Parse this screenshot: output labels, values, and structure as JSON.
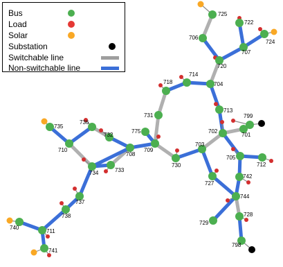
{
  "legend": {
    "items": [
      {
        "label": "Bus",
        "color": "#4caf50",
        "kind": "dot"
      },
      {
        "label": "Load",
        "color": "#e53935",
        "kind": "dot"
      },
      {
        "label": "Solar",
        "color": "#f9a825",
        "kind": "dot"
      },
      {
        "label": "Substation",
        "color": "#000000",
        "kind": "dot"
      },
      {
        "label": "Switchable line",
        "color": "#9e9e9e",
        "kind": "line"
      },
      {
        "label": "Non-switchable line",
        "color": "#3b6fd8",
        "kind": "line"
      }
    ]
  },
  "colors": {
    "bus": "#4caf50",
    "load": "#d32f2f",
    "solar": "#f9a825",
    "substation": "#000000",
    "switchable": "#b0b0b0",
    "nonswitchable": "#3b6fd8"
  },
  "network": {
    "buses": [
      "725",
      "722",
      "706",
      "707",
      "724",
      "720",
      "718",
      "714",
      "704",
      "731",
      "775",
      "713",
      "799",
      "736",
      "732",
      "735",
      "702",
      "701",
      "710",
      "708",
      "709",
      "703",
      "730",
      "705",
      "712",
      "734",
      "733",
      "742",
      "727",
      "744",
      "737",
      "738",
      "728",
      "729",
      "740",
      "711",
      "741",
      "798"
    ],
    "switchable_lines": [
      [
        "725",
        "706"
      ],
      [
        "720",
        "704"
      ],
      [
        "731",
        "718"
      ],
      [
        "731",
        "709"
      ],
      [
        "709",
        "730"
      ],
      [
        "736",
        "732"
      ],
      [
        "710",
        "734"
      ],
      [
        "733",
        "708"
      ],
      [
        "703",
        "702"
      ],
      [
        "702",
        "701"
      ],
      [
        "744",
        "728"
      ]
    ],
    "nonswitchable_lines": [
      [
        "706",
        "720"
      ],
      [
        "722",
        "707"
      ],
      [
        "707",
        "724"
      ],
      [
        "707",
        "720"
      ],
      [
        "718",
        "714"
      ],
      [
        "714",
        "704"
      ],
      [
        "704",
        "713"
      ],
      [
        "713",
        "702"
      ],
      [
        "701",
        "799"
      ],
      [
        "702",
        "705"
      ],
      [
        "705",
        "712"
      ],
      [
        "705",
        "742"
      ],
      [
        "742",
        "744"
      ],
      [
        "703",
        "727"
      ],
      [
        "727",
        "744"
      ],
      [
        "744",
        "729"
      ],
      [
        "728",
        "798"
      ],
      [
        "775",
        "709"
      ],
      [
        "709",
        "708"
      ],
      [
        "708",
        "732"
      ],
      [
        "708",
        "734"
      ],
      [
        "736",
        "710"
      ],
      [
        "710",
        "735"
      ],
      [
        "734",
        "733"
      ],
      [
        "734",
        "737"
      ],
      [
        "737",
        "738"
      ],
      [
        "738",
        "711"
      ],
      [
        "711",
        "740"
      ],
      [
        "711",
        "741"
      ],
      [
        "703",
        "730"
      ]
    ],
    "loads": [
      "725",
      "722",
      "720",
      "718",
      "714",
      "713",
      "799",
      "736",
      "732",
      "702",
      "709",
      "730",
      "705",
      "712",
      "734",
      "733",
      "742",
      "727",
      "744",
      "737",
      "738",
      "728",
      "711",
      "741",
      "724",
      "701",
      "706"
    ],
    "solar": [
      "725",
      "724",
      "735",
      "740",
      "741"
    ],
    "substations": [
      "799",
      "798"
    ]
  }
}
